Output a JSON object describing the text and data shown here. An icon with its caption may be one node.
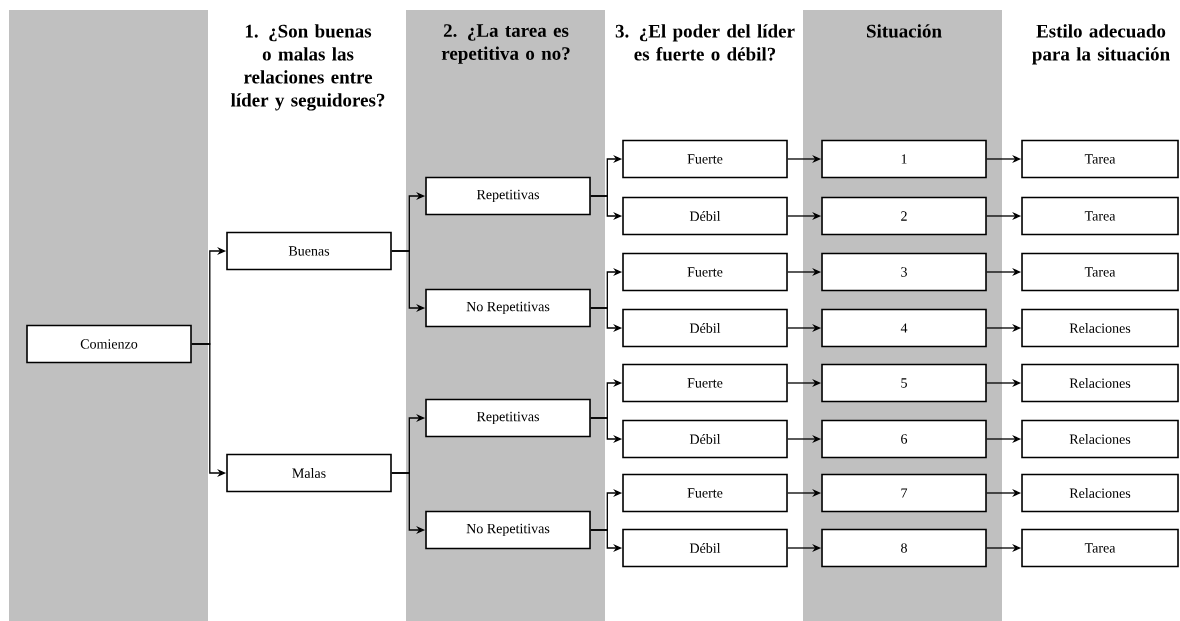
{
  "diagram": {
    "nodes": [
      {
        "text": [
          "Comienzo"
        ]
      },
      {
        "text": [
          "Buenas"
        ]
      },
      {
        "text": [
          "Malas"
        ]
      },
      {
        "text": [
          "Repetitivas"
        ]
      },
      {
        "text": [
          "No Repetitivas"
        ]
      },
      {
        "text": [
          "Repetitivas"
        ]
      },
      {
        "text": [
          "No Repetitivas"
        ]
      },
      {
        "text": [
          "Fuerte"
        ]
      },
      {
        "text": [
          "Débil"
        ]
      },
      {
        "text": [
          "Fuerte"
        ]
      },
      {
        "text": [
          "Débil"
        ]
      },
      {
        "text": [
          "Fuerte"
        ]
      },
      {
        "text": [
          "Débil"
        ]
      },
      {
        "text": [
          "Fuerte"
        ]
      },
      {
        "text": [
          "Débil"
        ]
      },
      {
        "text": [
          "1"
        ]
      },
      {
        "text": [
          "2"
        ]
      },
      {
        "text": [
          "3"
        ]
      },
      {
        "text": [
          "4"
        ]
      },
      {
        "text": [
          "5"
        ]
      },
      {
        "text": [
          "6"
        ]
      },
      {
        "text": [
          "7"
        ]
      },
      {
        "text": [
          "8"
        ]
      },
      {
        "text": [
          "Tarea"
        ]
      },
      {
        "text": [
          "Tarea"
        ]
      },
      {
        "text": [
          "Tarea"
        ]
      },
      {
        "text": [
          "Relaciones"
        ]
      },
      {
        "text": [
          "Relaciones"
        ]
      },
      {
        "text": [
          "Relaciones"
        ]
      },
      {
        "text": [
          "Relaciones"
        ]
      },
      {
        "text": [
          "Tarea"
        ]
      }
    ],
    "edges": [
      {
        "from": 0,
        "to": 1,
        "arrow": "to"
      },
      {
        "from": 0,
        "to": 2,
        "arrow": "to"
      },
      {
        "from": 1,
        "to": 3,
        "arrow": "to"
      },
      {
        "from": 1,
        "to": 4,
        "arrow": "to"
      },
      {
        "from": 2,
        "to": 5,
        "arrow": "to"
      },
      {
        "from": 2,
        "to": 6,
        "arrow": "to"
      },
      {
        "from": 3,
        "to": 7,
        "arrow": "to"
      },
      {
        "from": 3,
        "to": 8,
        "arrow": "to"
      },
      {
        "from": 4,
        "to": 9,
        "arrow": "to"
      },
      {
        "from": 4,
        "to": 10,
        "arrow": "to"
      },
      {
        "from": 5,
        "to": 11,
        "arrow": "to"
      },
      {
        "from": 5,
        "to": 12,
        "arrow": "to"
      },
      {
        "from": 6,
        "to": 13,
        "arrow": "to"
      },
      {
        "from": 6,
        "to": 14,
        "arrow": "to"
      },
      {
        "from": 7,
        "to": 15,
        "arrow": "to"
      },
      {
        "from": 8,
        "to": 16,
        "arrow": "to"
      },
      {
        "from": 9,
        "to": 17,
        "arrow": "to"
      },
      {
        "from": 10,
        "to": 18,
        "arrow": "to"
      },
      {
        "from": 11,
        "to": 19,
        "arrow": "to"
      },
      {
        "from": 12,
        "to": 20,
        "arrow": "to"
      },
      {
        "from": 13,
        "to": 21,
        "arrow": "to"
      },
      {
        "from": 14,
        "to": 22,
        "arrow": "to"
      },
      {
        "from": 15,
        "to": 23,
        "arrow": "to"
      },
      {
        "from": 16,
        "to": 24,
        "arrow": "to"
      },
      {
        "from": 17,
        "to": 25,
        "arrow": "to"
      },
      {
        "from": 18,
        "to": 26,
        "arrow": "to"
      },
      {
        "from": 19,
        "to": 27,
        "arrow": "to"
      },
      {
        "from": 20,
        "to": 28,
        "arrow": "to"
      },
      {
        "from": 21,
        "to": 29,
        "arrow": "to"
      },
      {
        "from": 22,
        "to": 30,
        "arrow": "to"
      }
    ],
    "labels": [
      "1. ¿Son buenas o malas las relaciones entre líder y seguidores?",
      "2. ¿La tarea es repetitiva o no?",
      "3. ¿El poder del líder es fuerte o débil?",
      "Situación",
      "Estilo adecuado para la situación"
    ]
  }
}
